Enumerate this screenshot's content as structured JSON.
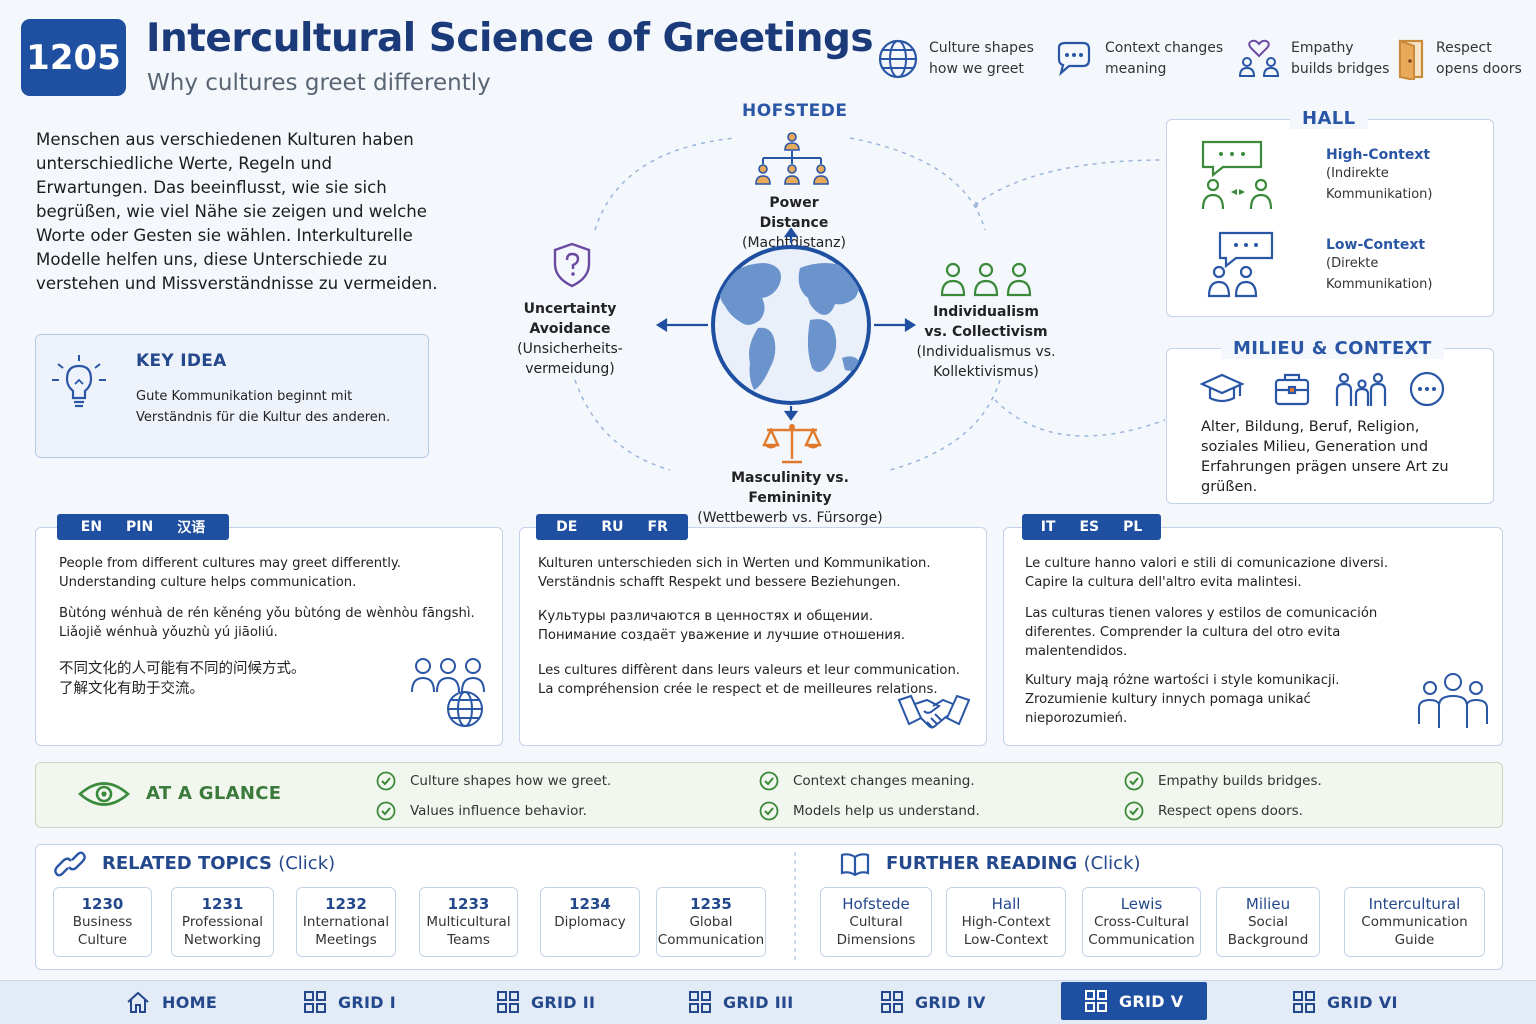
{
  "header": {
    "badge": "1205",
    "title": "Intercultural Science of Greetings",
    "subtitle": "Why cultures greet differently",
    "items": [
      {
        "line1": "Culture shapes",
        "line2": "how we greet",
        "icon": "globe-icon"
      },
      {
        "line1": "Context changes",
        "line2": "meaning",
        "icon": "chat-bubble-icon"
      },
      {
        "line1": "Empathy",
        "line2": "builds bridges",
        "icon": "heart-people-icon"
      },
      {
        "line1": "Respect",
        "line2": "opens doors",
        "icon": "door-icon"
      }
    ]
  },
  "intro": "Menschen aus verschiedenen Kulturen haben unterschiedliche Werte, Regeln und Erwartungen. Das beeinflusst, wie sie sich begrüßen, wie viel Nähe sie zeigen und welche Worte oder Gesten sie wählen. Interkulturelle Modelle helfen uns, diese Unterschiede zu verstehen und Missverständnisse zu vermeiden.",
  "key_idea": {
    "title": "KEY IDEA",
    "text": "Gute Kommunikation beginnt mit Verständnis für die Kultur des anderen."
  },
  "hofstede": {
    "label": "HOFSTEDE",
    "power": {
      "title": "Power Distance",
      "sub": "(Machtdistanz)"
    },
    "uncertainty": {
      "title1": "Uncertainty",
      "title2": "Avoidance",
      "sub1": "(Unsicherheits-",
      "sub2": "vermeidung)"
    },
    "individualism": {
      "title1": "Individualism",
      "title2": "vs. Collectivism",
      "sub1": "(Individualismus vs.",
      "sub2": "Kollektivismus)"
    },
    "masculinity": {
      "title": "Masculinity vs. Femininity",
      "sub": "(Wettbewerb vs. Fürsorge)"
    }
  },
  "hall": {
    "title": "HALL",
    "high": {
      "title": "High-Context",
      "sub1": "(Indirekte",
      "sub2": "Kommunikation)"
    },
    "low": {
      "title": "Low-Context",
      "sub1": "(Direkte",
      "sub2": "Kommunikation)"
    }
  },
  "milieu": {
    "title": "MILIEU & CONTEXT",
    "text": "Alter, Bildung, Beruf, Religion, soziales Milieu, Generation und Erfahrungen prägen unsere Art zu grüßen."
  },
  "languages": [
    {
      "tabs": [
        "EN",
        "PIN",
        "汉语"
      ],
      "paras": [
        [
          "People from different cultures may greet differently.",
          "Understanding culture helps communication."
        ],
        [
          "Bùtóng wénhuà de rén kěnéng yǒu bùtóng de wènhòu fāngshì.",
          "Liǎojiě wénhuà yǒuzhù yú jiāoliú."
        ],
        [
          "不同文化的人可能有不同的问候方式。",
          "了解文化有助于交流。"
        ]
      ]
    },
    {
      "tabs": [
        "DE",
        "RU",
        "FR"
      ],
      "paras": [
        [
          "Kulturen unterschieden sich in Werten und Kommunikation.",
          "Verständnis schafft Respekt und bessere Beziehungen."
        ],
        [
          "Культуры различаются в ценностях и общении.",
          "Понимание создаёт уважение и лучшие отношения."
        ],
        [
          "Les cultures diffèrent dans leurs valeurs et leur communication.",
          "La compréhension crée le respect et de meilleures relations."
        ]
      ]
    },
    {
      "tabs": [
        "IT",
        "ES",
        "PL"
      ],
      "paras": [
        [
          "Le culture hanno valori e stili di comunicazione diversi.",
          "Capire la cultura dell'altro evita malintesi."
        ],
        [
          "Las culturas tienen valores y estilos de comunicación",
          "diferentes. Comprender la cultura del otro evita",
          "malentendidos."
        ],
        [
          "Kultury mają różne wartości i style komunikacji.",
          "Zrozumienie kultury innych pomaga unikać",
          "nieporozumień."
        ]
      ]
    }
  ],
  "glance": {
    "title": "AT A GLANCE",
    "items": [
      "Culture shapes how we greet.",
      "Values influence behavior.",
      "Context changes meaning.",
      "Models help us understand.",
      "Empathy builds bridges.",
      "Respect opens doors."
    ]
  },
  "related": {
    "title": "RELATED TOPICS",
    "click": "(Click)",
    "cards": [
      {
        "num": "1230",
        "l1": "Business",
        "l2": "Culture"
      },
      {
        "num": "1231",
        "l1": "Professional",
        "l2": "Networking"
      },
      {
        "num": "1232",
        "l1": "International",
        "l2": "Meetings"
      },
      {
        "num": "1233",
        "l1": "Multicultural",
        "l2": "Teams"
      },
      {
        "num": "1234",
        "l1": "Diplomacy",
        "l2": ""
      },
      {
        "num": "1235",
        "l1": "Global",
        "l2": "Communication"
      }
    ]
  },
  "reading": {
    "title": "FURTHER READING",
    "click": "(Click)",
    "cards": [
      {
        "t": "Hofstede",
        "l1": "Cultural",
        "l2": "Dimensions"
      },
      {
        "t": "Hall",
        "l1": "High-Context",
        "l2": "Low-Context"
      },
      {
        "t": "Lewis",
        "l1": "Cross-Cultural",
        "l2": "Communication"
      },
      {
        "t": "Milieu",
        "l1": "Social",
        "l2": "Background"
      },
      {
        "t": "Intercultural",
        "l1": "Communication",
        "l2": "Guide"
      }
    ]
  },
  "nav": [
    "HOME",
    "GRID I",
    "GRID II",
    "GRID III",
    "GRID IV",
    "GRID V",
    "GRID VI"
  ],
  "colors": {
    "primary": "#1f4fa0",
    "accent_green": "#3a8a3a",
    "accent_orange": "#e07a2e",
    "accent_purple": "#6a4aa0"
  }
}
